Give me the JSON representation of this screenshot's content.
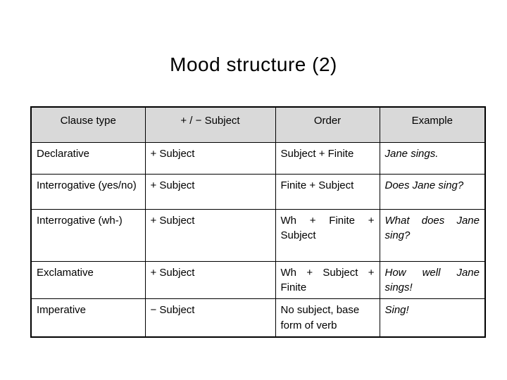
{
  "slide": {
    "title": "Mood structure (2)"
  },
  "table": {
    "headers": {
      "clause_type": "Clause type",
      "subject": "+ / − Subject",
      "order": "Order",
      "example": "Example"
    },
    "rows": [
      {
        "clause_type": "Declarative",
        "subject": "+ Subject",
        "order": "Subject + Finite",
        "example": "Jane sings."
      },
      {
        "clause_type": "Interrogative (yes/no)",
        "subject": "+ Subject",
        "order": "Finite + Subject",
        "example": "Does Jane sing?"
      },
      {
        "clause_type": "Interrogative (wh-)",
        "subject": "+ Subject",
        "order": "Wh + Finite + Subject",
        "example": "What does Jane sing?"
      },
      {
        "clause_type": "Exclamative",
        "subject": "+ Subject",
        "order": "Wh + Subject + Finite",
        "example": "How well Jane sings!"
      },
      {
        "clause_type": "Imperative",
        "subject": "− Subject",
        "order": "No subject, base form of verb",
        "example": "Sing!"
      }
    ],
    "colors": {
      "header_bg": "#d9d9d9",
      "border": "#000000",
      "text": "#000000",
      "slide_bg": "#ffffff"
    }
  }
}
